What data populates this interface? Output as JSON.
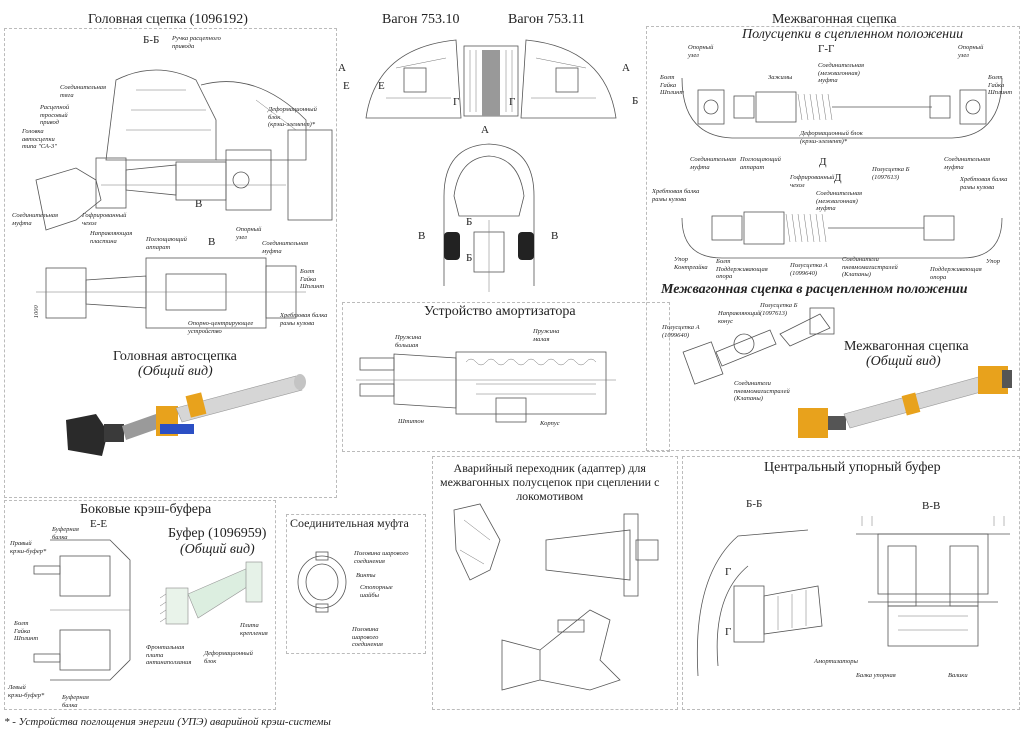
{
  "head_coupler": {
    "title": "Головная сцепка (1096192)",
    "section_bb": "Б-Б",
    "section_v": "В",
    "labels": {
      "release_handle": "Ручка расцепного\nпривода",
      "connecting_rod": "Соединительная\nтяга",
      "release_cable": "Расцепной\nтросовый\nпривод",
      "sa3_head": "Головка\nавтосцепки\nтипа \"СА-3\"",
      "connecting_sleeve": "Соединительная\nмуфта",
      "bellows": "Гофрированный\nчехол",
      "guide_plate": "Направляющая\nпластина",
      "absorber": "Поглощающий\nаппарат",
      "support_node": "Опорный\nузел",
      "deform_block": "Деформационный\nблок\n(крэш-элемент)*",
      "connecting_sleeve2": "Соединительная\nмуфта",
      "bolt_nut": "Болт\nГайка\nШплинт",
      "support_center": "Опорно-центрирующее\nустройство",
      "frame_beam": "Хребтовая балка\nрамы кузова"
    },
    "dim": "1000",
    "overview_title": "Головная автосцепка",
    "overview_subtitle": "(Общий вид)"
  },
  "wagons": {
    "left": "Вагон 753.10",
    "right": "Вагон 753.11",
    "marks": {
      "a": "А",
      "e": "Е",
      "g": "Г",
      "b": "Б",
      "v": "В"
    }
  },
  "damper": {
    "title": "Устройство амортизатора",
    "labels": {
      "big_spring": "Пружина\nбольшая",
      "small_spring": "Пружина\nмалая",
      "rod": "Штитон",
      "body": "Корпус"
    }
  },
  "intercar": {
    "title": "Межвагонная сцепка",
    "subtitle_coupled": "Полусцепки в сцепленном положении",
    "section": "Г-Г",
    "section_d": "Д",
    "labels": {
      "support_node_l": "Опорный\nузел",
      "support_node_r": "Опорный\nузел",
      "bolt_l": "Болт\nГайка\nШплинт",
      "bolt_r": "Болт\nГайка\nШплинт",
      "clamps": "Зажимы",
      "connecting_sleeve_top": "Соединительная\n(межвагонная)\nмуфта",
      "deform_block": "Деформационный блок\n(крэш-элемент)*",
      "conn_sleeve_l": "Соединительная\nмуфта",
      "absorber": "Поглощающий\nаппарат",
      "conn_sleeve_r": "Соединительная\nмуфта",
      "bellows": "Гофрированный\nчехол",
      "half_b": "Полусцепка Б\n(1097613)",
      "conn_sleeve_mid": "Соединительная\n(межвагонная)\nмуфта",
      "frame_beam_l": "Хребтовая балка\nрамы кузова",
      "frame_beam_r": "Хребтовая балка\nрамы кузова",
      "stop_l": "Упор\nКонтргайка",
      "bolt_mid": "Болт\nПоддерживающая\nопора",
      "half_a": "Полусцепка А\n(1099640)",
      "pneumatic": "Соединители\nпневмомагистралей\n(Клапаны)",
      "support_r": "Поддерживающая\nопора",
      "stop_r": "Упор"
    },
    "subtitle_uncoupled": "Межвагонная сцепка в расцепленном положении",
    "uncoupled_labels": {
      "guide_cone": "Направляющий\nконус",
      "half_b": "Полусцепка Б\n(1097613)",
      "half_a": "Полусцепка А\n(1099640)",
      "pneumatic": "Соединители\nпневмомагистралей\n(Клапаны)"
    },
    "overview_title": "Межвагонная сцепка",
    "overview_subtitle": "(Общий вид)"
  },
  "side_buffers": {
    "title": "Боковые крэш-буфера",
    "section": "Е-Е",
    "labels": {
      "right_buffer": "Правый\nкрэш-буфер*",
      "buffer_beam_top": "Буферная\nбалка",
      "bolt": "Болт\nГайка\nШплинт",
      "left_buffer": "Левый\nкрэш-буфер*",
      "buffer_beam_bot": "Буферная\nбалка"
    },
    "buffer_title": "Буфер (1096959)",
    "buffer_subtitle": "(Общий вид)",
    "buffer_labels": {
      "front_plate": "Фронтальная\nплита\nантинаползания",
      "mount_plate": "Плита\nкрепления",
      "deform_block": "Деформационный\nблок"
    }
  },
  "coupling_sleeve": {
    "title": "Соединительная муфта",
    "labels": {
      "half_top": "Половина шарового\nсоединения",
      "screws": "Винты",
      "washers": "Стопорные\nшайбы",
      "half_bottom": "Половина\nшарового\nсоединения"
    }
  },
  "adapter": {
    "title": "Аварийный переходник (адаптер) для\nмежвагонных полусцепок при сцеплении с\nлокомотивом"
  },
  "center_buffer": {
    "title": "Центральный упорный буфер",
    "section_bb": "Б-Б",
    "section_vv": "В-В",
    "mark_g": "Г",
    "labels": {
      "dampers": "Амортизаторы",
      "beam": "Балка упорная",
      "rollers": "Валики"
    }
  },
  "footnote": "* - Устройства поглощения энергии (УПЭ) аварийной крэш-системы",
  "colors": {
    "accent": "#e8a21c",
    "blue": "#2b4fc4",
    "dark": "#2a2a2a",
    "pipe": "#d6d6d6"
  }
}
